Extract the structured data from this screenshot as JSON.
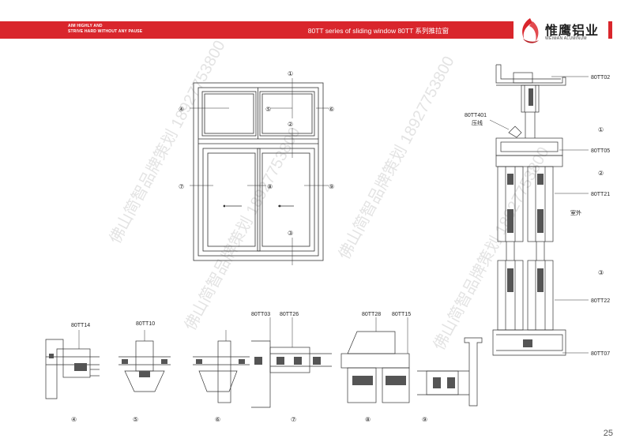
{
  "header": {
    "motto_line1": "AIM HIGHLY AND",
    "motto_line2": "STRIVE HARD WITHOUT ANY PAUSE",
    "series_title": "80TT series of sliding window   80TT 系列推拉窗"
  },
  "logo": {
    "brand_cn": "惟鹰铝业",
    "brand_en": "WEIMAN ALUMINUM"
  },
  "watermark": {
    "text": "佛山简智品牌策划 18927753800"
  },
  "markers": [
    "①",
    "②",
    "③",
    "④",
    "⑤",
    "⑥",
    "⑦",
    "⑧",
    "⑨"
  ],
  "right_labels": {
    "p02": "80TT02",
    "p401": "80TT401",
    "press": "压线",
    "p05": "80TT05",
    "p21": "80TT21",
    "outdoor": "室外",
    "p22": "80TT22",
    "p07": "80TT07"
  },
  "bottom_labels": {
    "p14": "80TT14",
    "p10": "80TT10",
    "p03": "80TT03",
    "p26": "80TT26",
    "p28": "80TT28",
    "p15": "80TT15"
  },
  "page_number": "25",
  "colors": {
    "banner": "#d9262c",
    "line": "#333333",
    "gasket": "#555555"
  }
}
